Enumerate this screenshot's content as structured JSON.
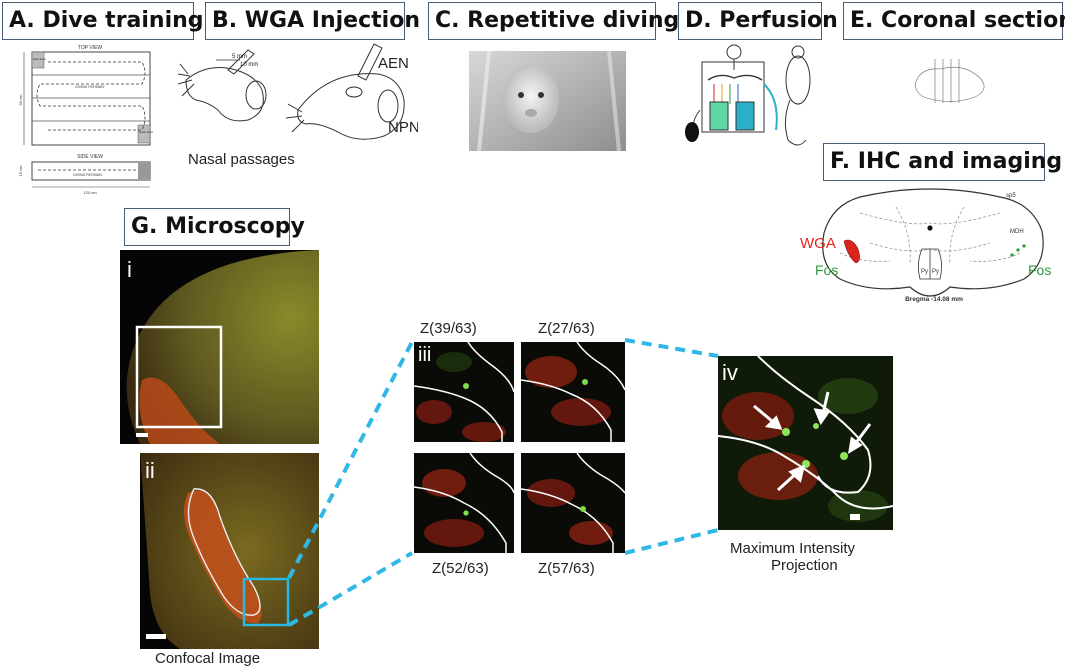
{
  "panels": {
    "a": {
      "title": "A. Dive training",
      "top_view": "TOP VIEW",
      "side_view": "SIDE VIEW",
      "start_label": "start area",
      "finish_label": "finish area",
      "pathway": "DIVING PATHWAY",
      "dim_w": "120 cm",
      "dim_h1": "60 cm",
      "dim_h2": "15 cm"
    },
    "b": {
      "title": "B. WGA Injection",
      "aen": "AEN",
      "npn": "NPN",
      "mm5": "5 mm",
      "mm10": "10 mm",
      "caption": "Nasal passages"
    },
    "c": {
      "title": "C. Repetitive diving"
    },
    "d": {
      "title": "D. Perfusion"
    },
    "e": {
      "title": "E. Coronal sections"
    },
    "f": {
      "title": "F. IHC and imaging",
      "wga": "WGA",
      "fos_left": "Fos",
      "fos_right": "Fos",
      "sp5": "sp5",
      "mdh": "MDH",
      "py1": "Py",
      "py2": "Py",
      "bregma": "Bregma -14.08 mm"
    },
    "g": {
      "title": "G. Microscopy",
      "roman_i": "i",
      "roman_ii": "ii",
      "roman_iii": "iii",
      "roman_iv": "iv",
      "z1": "Z(39/63)",
      "z2": "Z(27/63)",
      "z3": "Z(52/63)",
      "z4": "Z(57/63)",
      "confocal": "Confocal Image",
      "mip_line1": "Maximum Intensity",
      "mip_line2": "Projection"
    }
  },
  "colors": {
    "wga": "#e8231c",
    "fos": "#2a9d3a",
    "dashes": "#2fb8e6",
    "title_border": "#4a5c7a"
  }
}
